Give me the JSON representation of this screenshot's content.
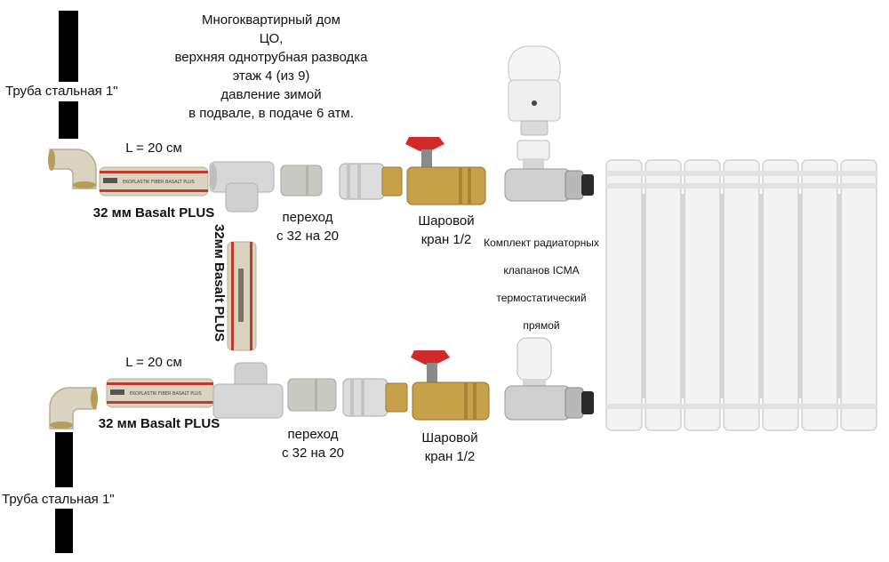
{
  "title_block": {
    "line1": "Многоквартирный дом",
    "line2": "ЦО,",
    "line3": "верхняя однотрубная разводка",
    "line4": "этаж 4 (из 9)",
    "line5": "давление зимой",
    "line6": "в подвале, в подаче 6 атм."
  },
  "top": {
    "steel_pipe_label": "Труба стальная 1\"",
    "length_label": "L = 20 см",
    "pipe_label": "32 мм Basalt PLUS",
    "adapter_line1": "переход",
    "adapter_line2": "с 32 на 20",
    "valve_line1": "Шаровой",
    "valve_line2": "кран 1/2"
  },
  "riser_label": "32мм Basalt PLUS",
  "kit": {
    "line1": "Комплект радиаторных",
    "line2": "клапанов ICMA",
    "line3": "термостатический",
    "line4": "прямой"
  },
  "bottom": {
    "steel_pipe_label": "Труба стальная 1\"",
    "length_label": "L = 20 см",
    "pipe_label": "32 мм Basalt PLUS",
    "adapter_line1": "переход",
    "adapter_line2": "с 32 на 20",
    "valve_line1": "Шаровой",
    "valve_line2": "кран 1/2"
  },
  "pipe_print": "EKOPLASTIK  FIBER BASALT PLUS",
  "colors": {
    "pp_body": "#d9d3bf",
    "pp_stripe": "#c0392b",
    "fitting": "#cfcfcf",
    "brass": "#c9a04a",
    "valve_handle": "#d02a2a",
    "steel_pipe": "#000000",
    "radiator": "#f2f2f2"
  }
}
